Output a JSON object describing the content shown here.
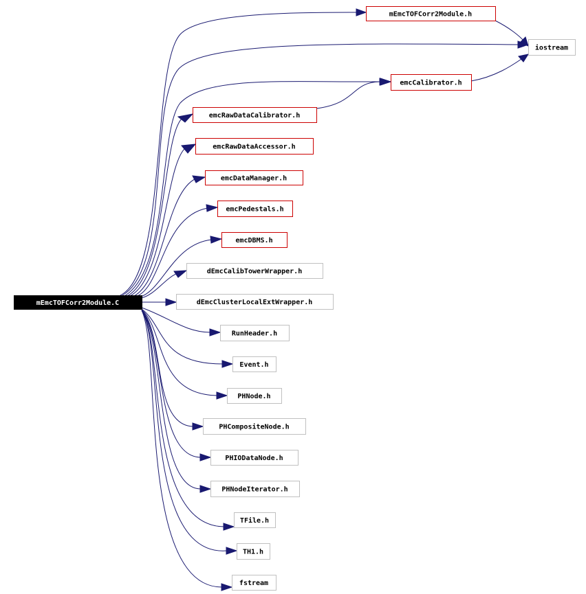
{
  "graph": {
    "root": {
      "label": "mEmcTOFCorr2Module.C"
    },
    "headers": {
      "mEmcTOFCorr2Module_h": "mEmcTOFCorr2Module.h",
      "iostream": "iostream",
      "emcCalibrator_h": "emcCalibrator.h",
      "emcRawDataCalibrator_h": "emcRawDataCalibrator.h",
      "emcRawDataAccessor_h": "emcRawDataAccessor.h",
      "emcDataManager_h": "emcDataManager.h",
      "emcPedestals_h": "emcPedestals.h",
      "emcDBMS_h": "emcDBMS.h",
      "dEmcCalibTowerWrapper_h": "dEmcCalibTowerWrapper.h",
      "dEmcClusterLocalExtWrapper_h": "dEmcClusterLocalExtWrapper.h",
      "RunHeader_h": "RunHeader.h",
      "Event_h": "Event.h",
      "PHNode_h": "PHNode.h",
      "PHCompositeNode_h": "PHCompositeNode.h",
      "PHIODataNode_h": "PHIODataNode.h",
      "PHNodeIterator_h": "PHNodeIterator.h",
      "TFile_h": "TFile.h",
      "TH1_h": "TH1.h",
      "fstream": "fstream"
    },
    "colors": {
      "edge": "#191970",
      "documented_border": "#cc0000",
      "undocumented_border": "#c0c0c0",
      "root_fill": "#000000",
      "root_text": "#ffffff"
    }
  }
}
